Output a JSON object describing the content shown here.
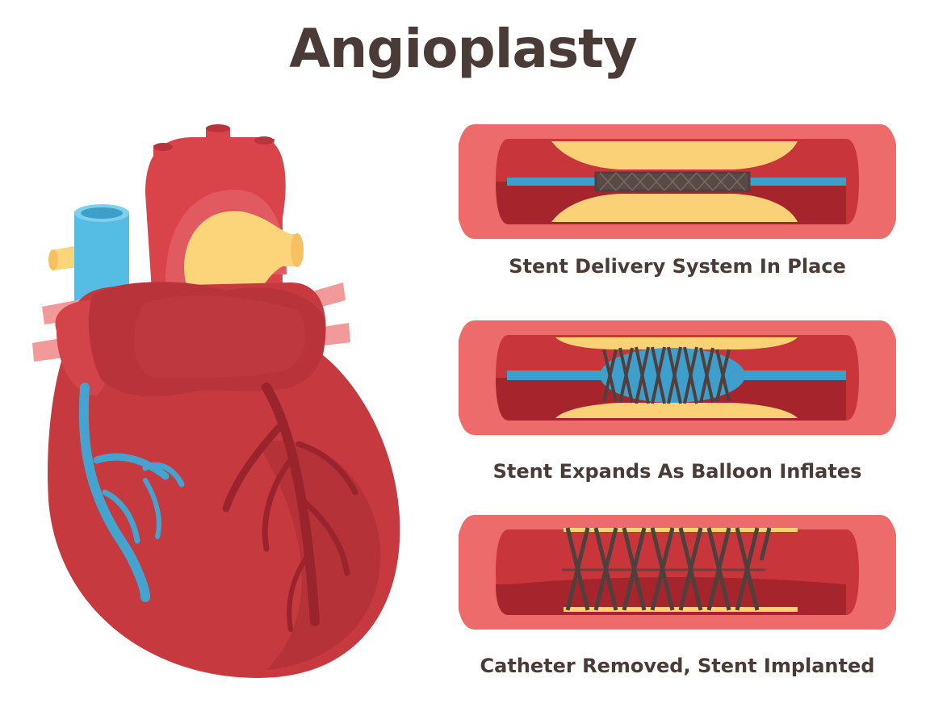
{
  "title": "Angioplasty",
  "steps": [
    {
      "caption": "Stent Delivery System In Place"
    },
    {
      "caption": "Stent Expands As Balloon Inflates"
    },
    {
      "caption": "Catheter Removed, Stent Implanted"
    }
  ],
  "colors": {
    "text": "#4a3b37",
    "heart": "#c6393f",
    "heart_dark": "#a52a31",
    "vessel_outer": "#ee6b6b",
    "vessel_inner": "#c8363c",
    "plaque": "#fbd178",
    "vein": "#44a3cf",
    "stent": "#4f3f3d"
  }
}
